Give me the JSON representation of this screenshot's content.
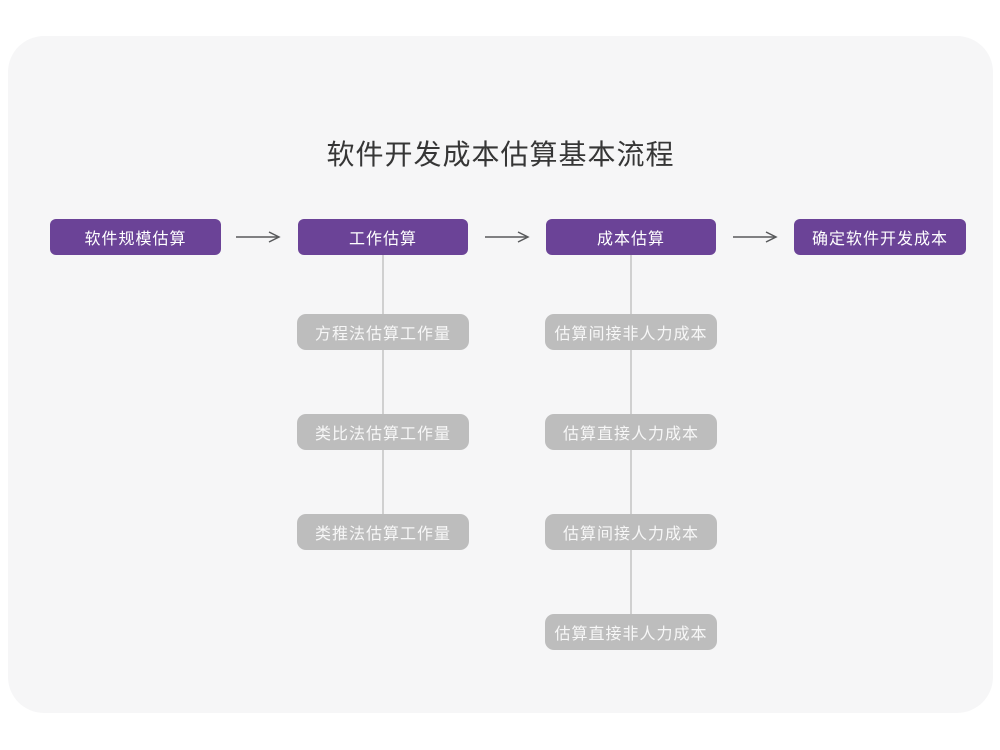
{
  "title": "软件开发成本估算基本流程",
  "colors": {
    "card_background": "#f6f6f7",
    "step_purple": "#6b4397",
    "sub_step_gray": "#bdbdbd",
    "connector_line": "#d0d0d0",
    "arrow": "#58595b",
    "title_text": "#363636"
  },
  "flow": {
    "steps": [
      {
        "label": "软件规模估算"
      },
      {
        "label": "工作估算",
        "children": [
          "方程法估算工作量",
          "类比法估算工作量",
          "类推法估算工作量"
        ]
      },
      {
        "label": "成本估算",
        "children": [
          "估算间接非人力成本",
          "估算直接人力成本",
          "估算间接人力成本",
          "估算直接非人力成本"
        ]
      },
      {
        "label": "确定软件开发成本"
      }
    ]
  }
}
